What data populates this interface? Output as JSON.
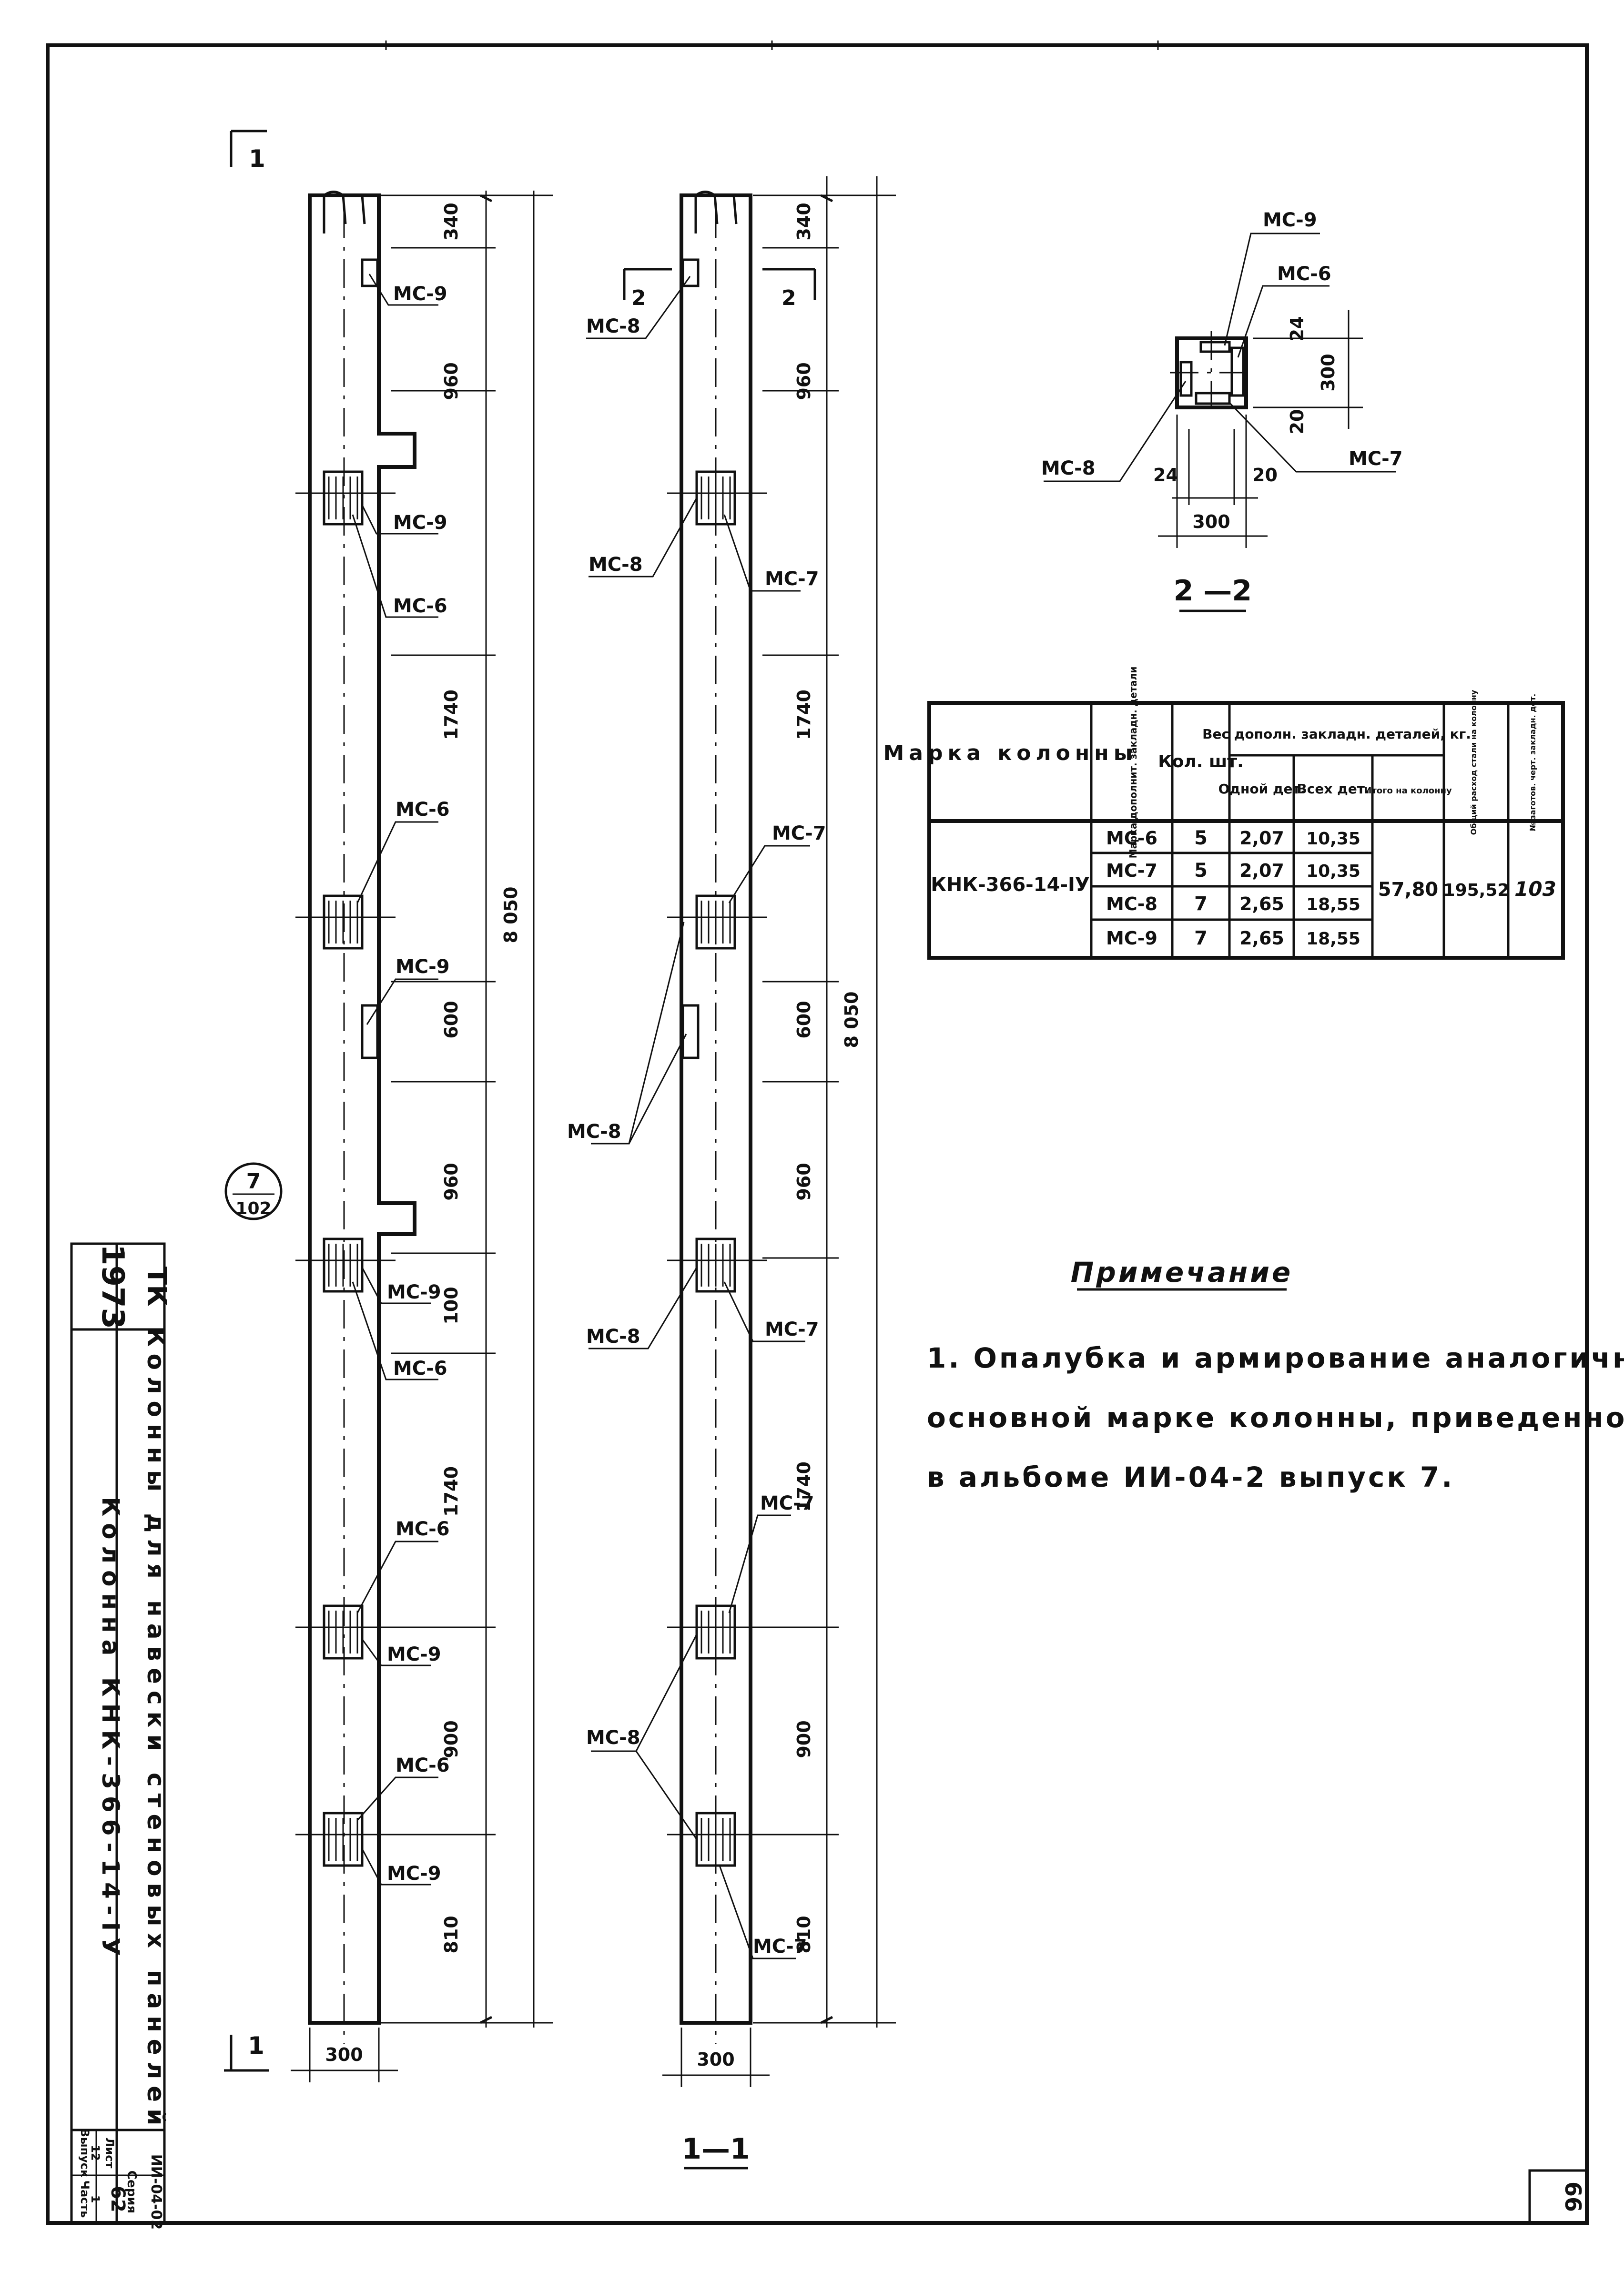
{
  "sheet": {
    "year": "1973",
    "org": "ТК",
    "title_line1": "Колонны для навески стеновых панелей",
    "title_line2": "Колонна КНК-366-14-IУ",
    "series_label": "Серия",
    "series_value": "ИИ-04-02",
    "issue_label": "Выпуск",
    "issue_value": "12",
    "part_label": "Часть",
    "part_value": "1",
    "sheet_label": "Лист",
    "sheet_value": "62",
    "page_number": "66"
  },
  "view_markers": {
    "section_1": "1",
    "section_1_1": "1—1",
    "section_2": "2",
    "section_2_2": "2 —2",
    "callout_top": "7",
    "callout_bottom": "102"
  },
  "front_view": {
    "width_dim": "300",
    "total_dim": "8 050",
    "segment_dims": [
      "340",
      "960",
      "1740",
      "600",
      "960",
      "100",
      "1740",
      "900",
      "810"
    ],
    "marks": [
      "МС-9",
      "МС-9",
      "МС-6",
      "МС-6",
      "МС-9",
      "МС-9",
      "МС-6",
      "МС-6",
      "МС-9",
      "МС-6",
      "МС-9"
    ]
  },
  "side_view": {
    "width_dim": "300",
    "total_dim": "8 050",
    "segment_dims": [
      "340",
      "960",
      "1740",
      "600",
      "960",
      "1740",
      "900",
      "810"
    ],
    "marks": [
      "МС-8",
      "МС-8",
      "МС-7",
      "МС-7",
      "МС-8",
      "МС-8",
      "МС-7",
      "МС-7",
      "МС-8",
      "МС-7"
    ]
  },
  "section_view": {
    "width_dim": "300",
    "height_dim": "300",
    "edge_dims": [
      "24",
      "20",
      "24",
      "20"
    ],
    "marks": [
      "МС-9",
      "МС-6",
      "МС-8",
      "МС-7"
    ]
  },
  "table": {
    "headers": {
      "col_mark": "Марка колонны",
      "col_detail": "Марка дополнит. закладн. детали",
      "col_qty": "Кол. шт.",
      "col_weight_group": "Вес дополн. закладн. деталей, кг.",
      "col_one": "Одной дет.",
      "col_all": "Всех дет.",
      "col_total": "Итого на колонну",
      "col_steel": "Общий расход стали на колонну",
      "col_blank": "№ заготов. черт. закладн. дет."
    },
    "column_mark": "КНК-366-14-IУ",
    "rows": [
      {
        "detail": "МС-6",
        "qty": "5",
        "one": "2,07",
        "all": "10,35"
      },
      {
        "detail": "МС-7",
        "qty": "5",
        "one": "2,07",
        "all": "10,35"
      },
      {
        "detail": "МС-8",
        "qty": "7",
        "one": "2,65",
        "all": "18,55"
      },
      {
        "detail": "МС-9",
        "qty": "7",
        "one": "2,65",
        "all": "18,55"
      }
    ],
    "total": "57,80",
    "steel": "195,52",
    "blank_no": "103"
  },
  "notes": {
    "heading": "Примечание",
    "lines": [
      "1. Опалубка и армирование аналогичны",
      "основной марке колонны, приведенной",
      "в альбоме ИИ-04-2 выпуск 7."
    ]
  }
}
